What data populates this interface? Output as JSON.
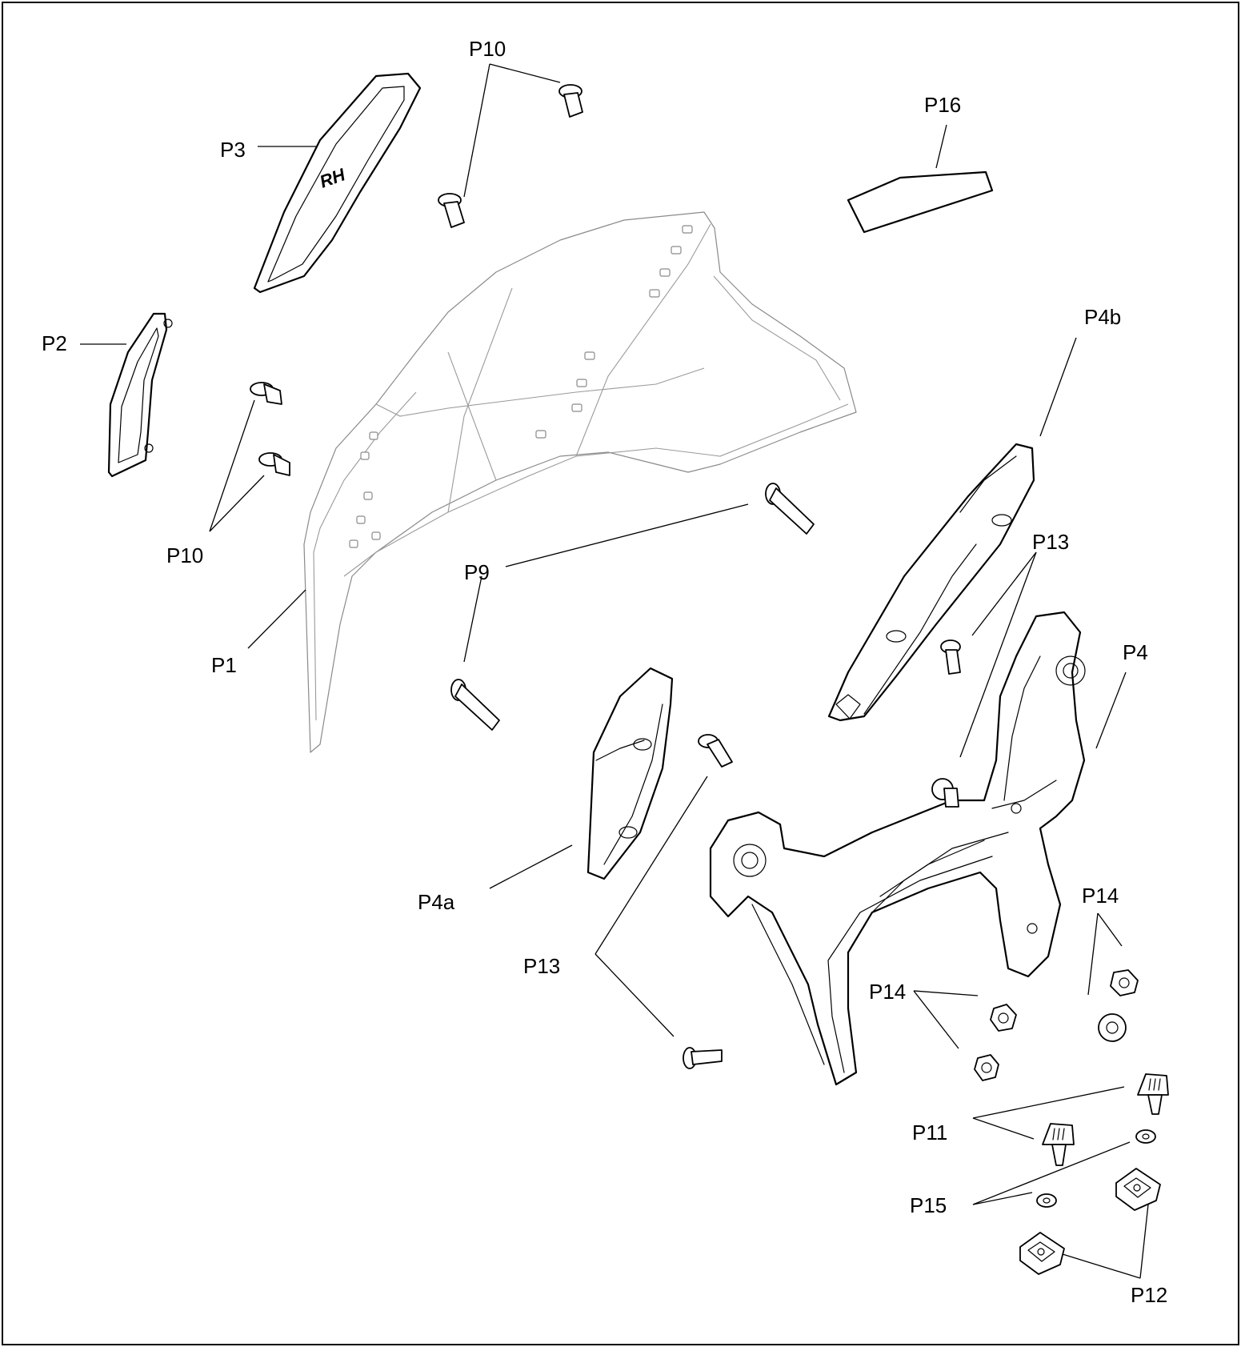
{
  "labels": {
    "p1": "P1",
    "p2": "P2",
    "p3": "P3",
    "p4": "P4",
    "p4a": "P4a",
    "p4b": "P4b",
    "p9": "P9",
    "p10_top": "P10",
    "p10_left": "P10",
    "p11": "P11",
    "p12": "P12",
    "p13_right": "P13",
    "p13_bottom": "P13",
    "p14_right": "P14",
    "p14_left": "P14",
    "p15": "P15",
    "p16": "P16"
  },
  "part_markings": {
    "p3_side": "RH"
  }
}
